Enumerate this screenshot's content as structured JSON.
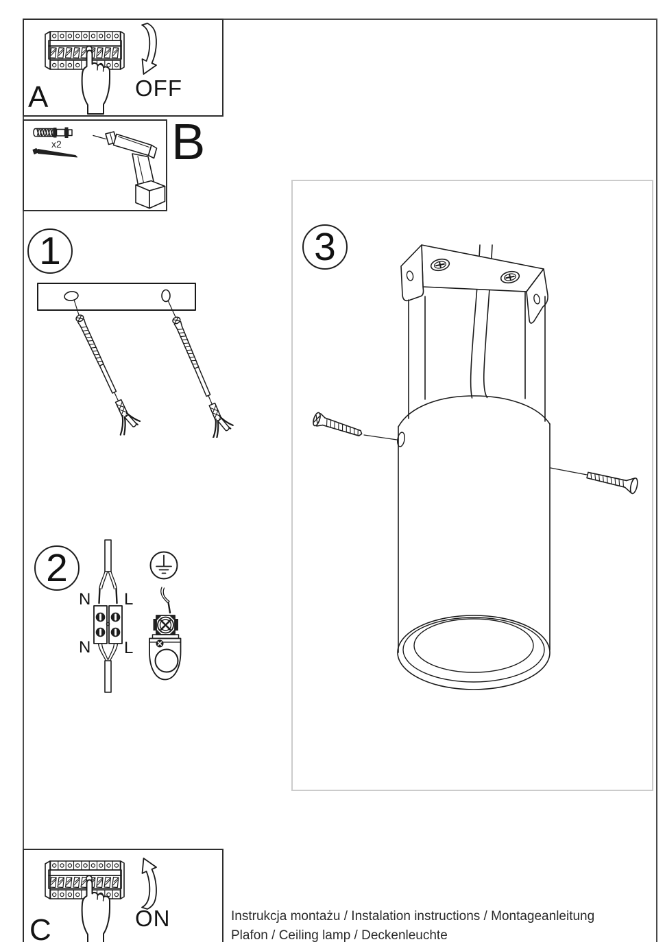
{
  "panels": {
    "a": {
      "label": "A",
      "state": "OFF"
    },
    "b": {
      "label": "B",
      "anchor_quantity": "x2"
    },
    "c": {
      "label": "C",
      "state": "ON"
    }
  },
  "steps": {
    "one": {
      "number": "1"
    },
    "two": {
      "number": "2",
      "wire_labels": {
        "neutral_top": "N",
        "live_top": "L",
        "neutral_bottom": "N",
        "live_bottom": "L"
      }
    },
    "three": {
      "number": "3"
    }
  },
  "footer": {
    "line1": "Instrukcja montażu / Instalation instructions / Montageanleitung",
    "line2": "Plafon / Ceiling lamp / Deckenleuchte"
  },
  "colors": {
    "line": "#1a1a1a",
    "frame_border": "#4a4a4a",
    "panel_border": "#2d2d2d",
    "step_box_border": "#cbcbcb",
    "background": "#ffffff"
  }
}
